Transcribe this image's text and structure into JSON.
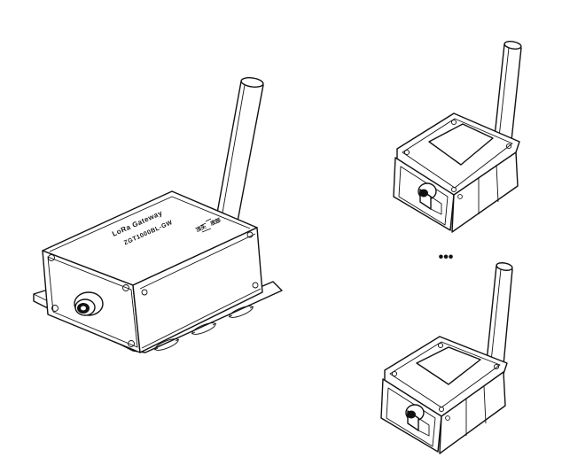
{
  "gateway": {
    "label_line1": "LoRa Gateway",
    "label_line2": "ZGT1000BL-GW",
    "side_text": "顶头　底部"
  },
  "ellipsis": "•••",
  "colors": {
    "line": "#111111",
    "background": "#ffffff"
  },
  "icons": [
    "antenna-icon",
    "connector-icon",
    "mounting-flange"
  ]
}
